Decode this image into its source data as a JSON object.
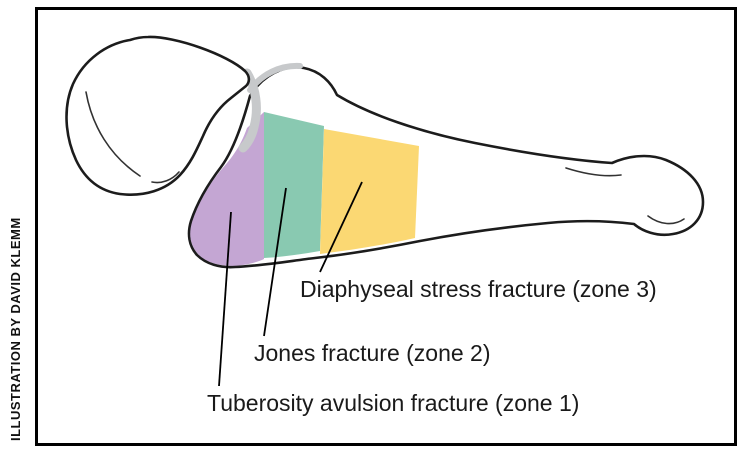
{
  "attribution": "ILLUSTRATION BY DAVID KLEMM",
  "zones": [
    {
      "label": "Tuberosity avulsion fracture (zone 1)",
      "color": "#c4a6d3"
    },
    {
      "label": "Jones fracture (zone 2)",
      "color": "#89c9b1"
    },
    {
      "label": "Diaphyseal stress fracture (zone 3)",
      "color": "#fbd873"
    }
  ],
  "colors": {
    "outline": "#1c1c1c",
    "articular_cartilage": "#c7c9cb",
    "frame": "#000000",
    "background": "#ffffff",
    "bone_fill": "#ffffff"
  }
}
